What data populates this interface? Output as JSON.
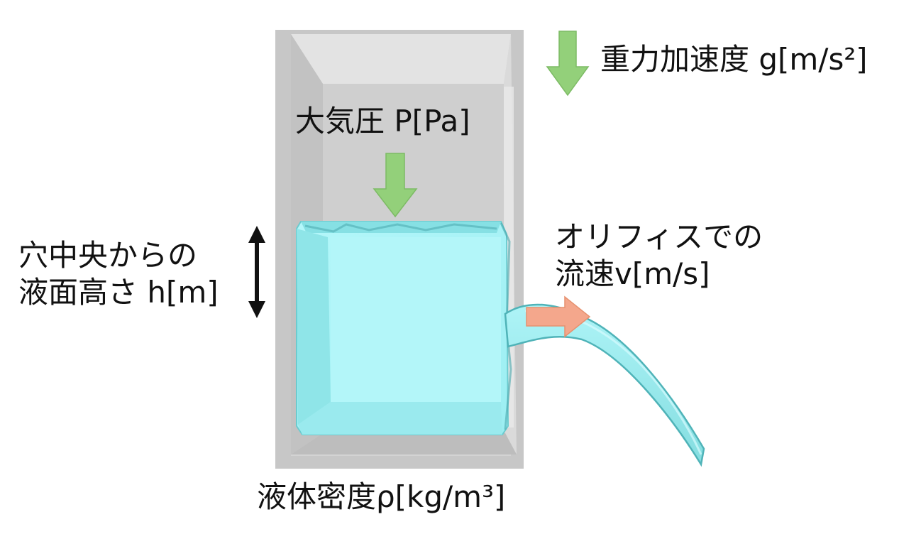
{
  "labels": {
    "gravity": "重力加速度 g[m/s²]",
    "pressure": "大気圧 P[Pa]",
    "height_line1": "穴中央からの",
    "height_line2": "液面高さ h[m]",
    "velocity_line1": "オリフィスでの",
    "velocity_line2": "流速v[m/s]",
    "density": "液体密度ρ[kg/m³]"
  },
  "colors": {
    "tank_wall": "#c9c9c9",
    "tank_inner_back": "#e4e4e4",
    "liquid_front": "#a9f4f7",
    "liquid_side": "#7ed9dc",
    "liquid_edge": "#5cbcc0",
    "green_arrow": "#93d07a",
    "orange_arrow": "#f4a78c",
    "black_arrow": "#111111"
  },
  "icons": {
    "gravity_arrow": "arrow-down",
    "pressure_arrow": "arrow-down",
    "height_arrow": "double-headed-vertical-arrow",
    "velocity_arrow": "arrow-right"
  }
}
